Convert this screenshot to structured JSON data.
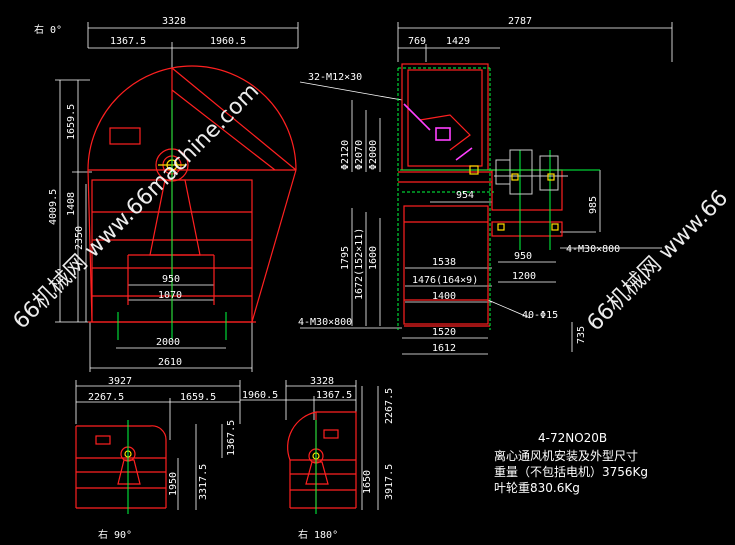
{
  "views": {
    "right0": {
      "label": "右 0°"
    },
    "right90": {
      "label": "右 90°"
    },
    "right180": {
      "label": "右 180°"
    }
  },
  "dims": {
    "top_total": "3328",
    "top_left": "1367.5",
    "top_right": "1960.5",
    "left_total_h": "4009.5",
    "upper_h": "1659.5",
    "mid_h": "1408",
    "lower_h": "2350",
    "base950": "950",
    "base1070": "1070",
    "base2000": "2000",
    "base2610": "2610",
    "side_total": "2787",
    "side_769": "769",
    "side_1429": "1429",
    "bolts_a": "32-M12×30",
    "phi2120": "Φ2120",
    "phi2070": "Φ2070",
    "phi2000": "Φ2000",
    "d954": "954",
    "d985": "985",
    "bolts_b": "4-M30×800",
    "d1795": "1795",
    "d1672": "1672(152×11)",
    "d1600": "1600",
    "d1538": "1538",
    "d1476": "1476(164×9)",
    "d1400": "1400",
    "d950b": "950",
    "d1200": "1200",
    "holes": "40-Φ15",
    "bolts_c": "4-M30×800",
    "d1520": "1520",
    "d1612": "1612",
    "d735": "735",
    "b_3927": "3927",
    "b_2267": "2267.5",
    "b_1659": "1659.5",
    "b_1367": "1367.5",
    "b_1950": "1950",
    "b_3317": "3317.5",
    "c_3328": "3328",
    "c_1960": "1960.5",
    "c_1367": "1367.5",
    "c_2267": "2267.5",
    "c_1650": "1650",
    "c_3917": "3917.5"
  },
  "title_block": {
    "model": "4-72NO20B",
    "line1": "离心通风机安装及外型尺寸",
    "line2": "重量（不包括电机）3756Kg",
    "line3": "叶轮重830.6Kg"
  },
  "watermarks": {
    "w1": "66机械网 www.66machine.com",
    "w2": "66机械网 www.66"
  }
}
